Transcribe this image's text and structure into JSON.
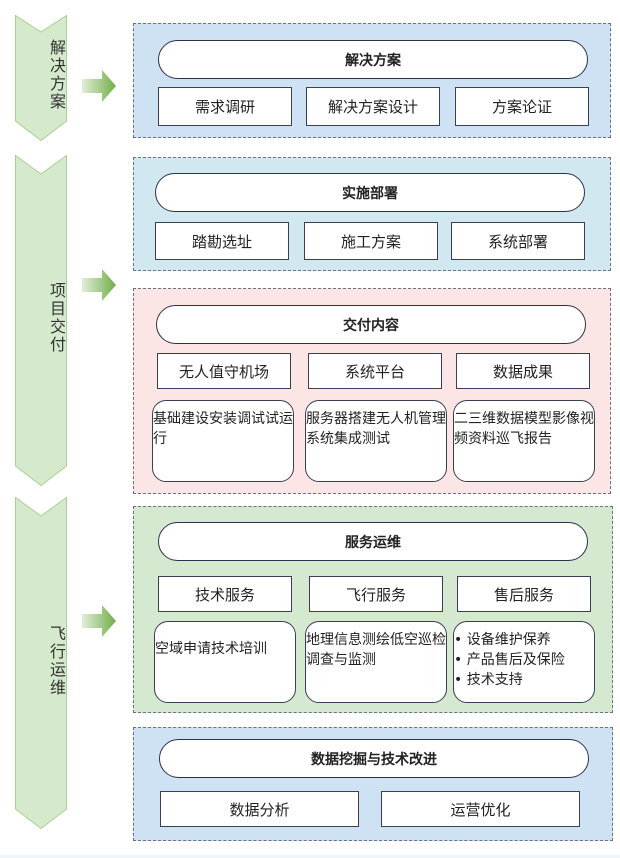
{
  "colors": {
    "chevron_fill": "#d5eacc",
    "chevron_stroke": "#a9d18e",
    "arrow_start": "#e2efd9",
    "arrow_end": "#70ad47",
    "panel_solution": "#cfe2f3",
    "panel_deploy": "#d2e8f0",
    "panel_delivery": "#fce5e5",
    "panel_ops": "#d5e8d0",
    "panel_data": "#cfe2f3"
  },
  "stages": [
    {
      "label": "解决方案"
    },
    {
      "label": "项目交付"
    },
    {
      "label": "飞行运维"
    }
  ],
  "panels": {
    "solution": {
      "title": "解决方案",
      "items": [
        "需求调研",
        "解决方案设计",
        "方案论证"
      ]
    },
    "deploy": {
      "title": "实施部署",
      "items": [
        "踏勘选址",
        "施工方案",
        "系统部署"
      ]
    },
    "delivery": {
      "title": "交付内容",
      "items": [
        "无人值守机场",
        "系统平台",
        "数据成果"
      ],
      "details": [
        "基础建设安装调试试运行",
        "服务器搭建无人机管理系统集成测试",
        "二三维数据模型影像视频资料巡飞报告"
      ]
    },
    "ops": {
      "title": "服务运维",
      "items": [
        "技术服务",
        "飞行服务",
        "售后服务"
      ],
      "details": [
        "空域申请技术培训",
        "地理信息测绘低空巡检调查与监测"
      ],
      "aftersales_list": [
        "设备维护保养",
        "产品售后及保险",
        "技术支持"
      ]
    },
    "data": {
      "title": "数据挖掘与技术改进",
      "items": [
        "数据分析",
        "运营优化"
      ]
    }
  }
}
